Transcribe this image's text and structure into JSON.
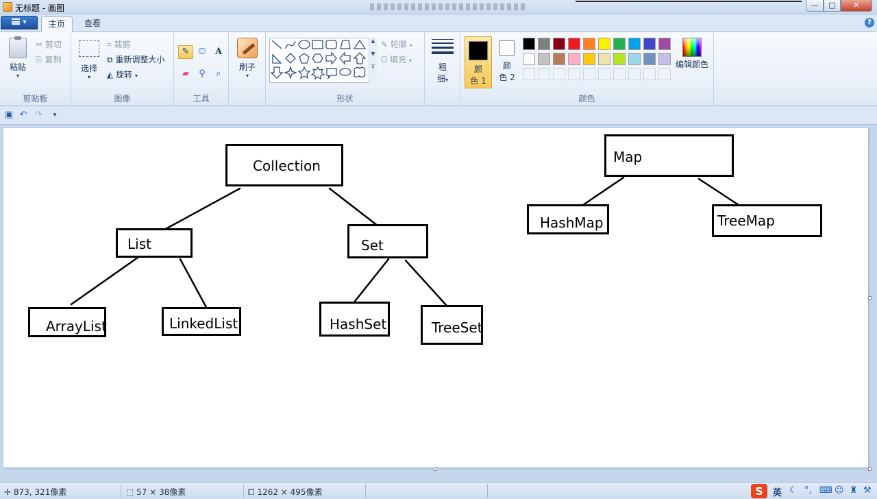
{
  "window": {
    "title": "无标题 - 画图",
    "controls": {
      "min": "—",
      "max": "□",
      "close": "✕"
    }
  },
  "tabs": [
    {
      "label": "主页",
      "active": true
    },
    {
      "label": "查看",
      "active": false
    }
  ],
  "ribbon": {
    "clipboard": {
      "label": "剪贴板",
      "paste": "粘贴",
      "cut": "剪切",
      "copy": "复制"
    },
    "image": {
      "label": "图像",
      "select": "选择",
      "crop": "裁剪",
      "resize": "重新调整大小",
      "rotate": "旋转"
    },
    "tools": {
      "label": "工具",
      "text_glyph": "A"
    },
    "brushes": {
      "label": "刷子"
    },
    "shapes": {
      "label": "形状",
      "outline": "轮廓",
      "fill": "填充"
    },
    "size": {
      "label_line1": "粗",
      "label_line2": "细"
    },
    "colors": {
      "label": "颜色",
      "color1_line1": "颜",
      "color1_line2": "色 1",
      "color2_line1": "颜",
      "color2_line2": "色 2",
      "edit_colors": "编辑颜色",
      "color1_value": "#000000",
      "color2_value": "#ffffff",
      "row1": [
        "#000000",
        "#7f7f7f",
        "#880015",
        "#ed1c24",
        "#ff7f27",
        "#fff200",
        "#22b14c",
        "#00a2e8",
        "#3f48cc",
        "#a349a4"
      ],
      "row2": [
        "#ffffff",
        "#c3c3c3",
        "#b97a57",
        "#ffaec9",
        "#ffc90e",
        "#efe4b0",
        "#b5e61d",
        "#99d9ea",
        "#7092be",
        "#c8bfe7"
      ]
    }
  },
  "diagram": {
    "nodes": {
      "collection": "Collection",
      "list": "List",
      "set": "Set",
      "arraylist": "ArrayList",
      "linkedlist": "LinkedList",
      "hashset": "HashSet",
      "treeset": "TreeSet",
      "map": "Map",
      "hashmap": "HashMap",
      "treemap": "TreeMap"
    }
  },
  "status": {
    "cursor": "873, 321像素",
    "selection": "57 × 38像素",
    "canvas_size": "1262 × 495像素",
    "ime": "英"
  }
}
